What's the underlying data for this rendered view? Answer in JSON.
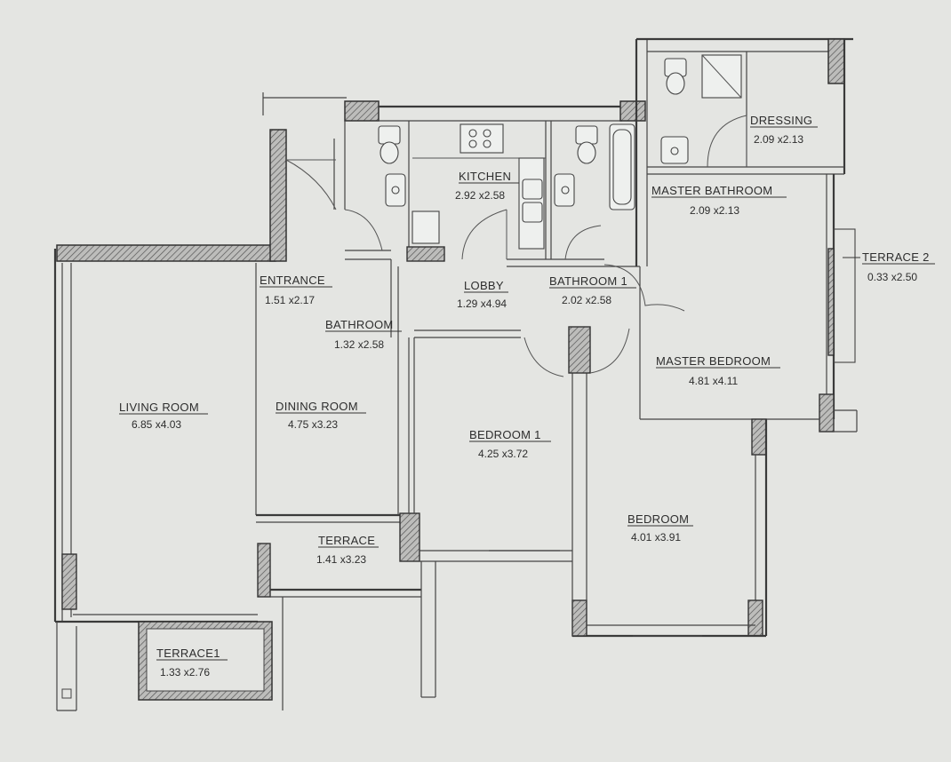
{
  "rooms": {
    "kitchen": {
      "name": "KITCHEN",
      "dims": "2.92 x2.58"
    },
    "dressing": {
      "name": "DRESSING",
      "dims": "2.09 x2.13"
    },
    "master_bathroom": {
      "name": "MASTER BATHROOM",
      "dims": "2.09 x2.13"
    },
    "terrace_2": {
      "name": "TERRACE 2",
      "dims": "0.33 x2.50"
    },
    "entrance": {
      "name": "ENTRANCE",
      "dims": "1.51 x2.17"
    },
    "lobby": {
      "name": "LOBBY",
      "dims": "1.29 x4.94"
    },
    "bathroom_1": {
      "name": "BATHROOM 1",
      "dims": "2.02 x2.58"
    },
    "bathroom": {
      "name": "BATHROOM",
      "dims": "1.32 x2.58"
    },
    "master_bedroom": {
      "name": "MASTER BEDROOM",
      "dims": "4.81 x4.11"
    },
    "living_room": {
      "name": "LIVING ROOM",
      "dims": "6.85 x4.03"
    },
    "dining_room": {
      "name": "DINING ROOM",
      "dims": "4.75 x3.23"
    },
    "bedroom_1": {
      "name": "BEDROOM 1",
      "dims": "4.25 x3.72"
    },
    "bedroom": {
      "name": "BEDROOM",
      "dims": "4.01 x3.91"
    },
    "terrace": {
      "name": "TERRACE",
      "dims": "1.41 x3.23"
    },
    "terrace_1": {
      "name": "TERRACE1",
      "dims": "1.33 x2.76"
    }
  }
}
